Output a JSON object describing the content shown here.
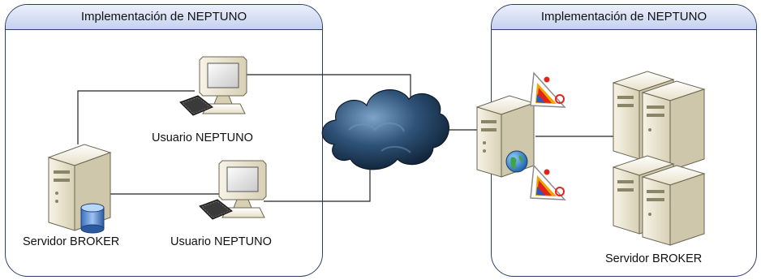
{
  "left_panel": {
    "title": "Implementación de NEPTUNO"
  },
  "right_panel": {
    "title": "Implementación de NEPTUNO"
  },
  "labels": {
    "user_top": "Usuario NEPTUNO",
    "user_bottom": "Usuario NEPTUNO",
    "server_left": "Servidor BROKER",
    "server_right": "Servidor BROKER"
  },
  "icons": [
    "workstation-icon",
    "server-icon",
    "database-icon",
    "cloud-icon",
    "globe-icon",
    "warning-icon",
    "server-cluster-icon"
  ],
  "colors": {
    "panel_border": "#2d3d6a",
    "cloud": "#2a4a6e",
    "header_fill": "#d6def4"
  }
}
